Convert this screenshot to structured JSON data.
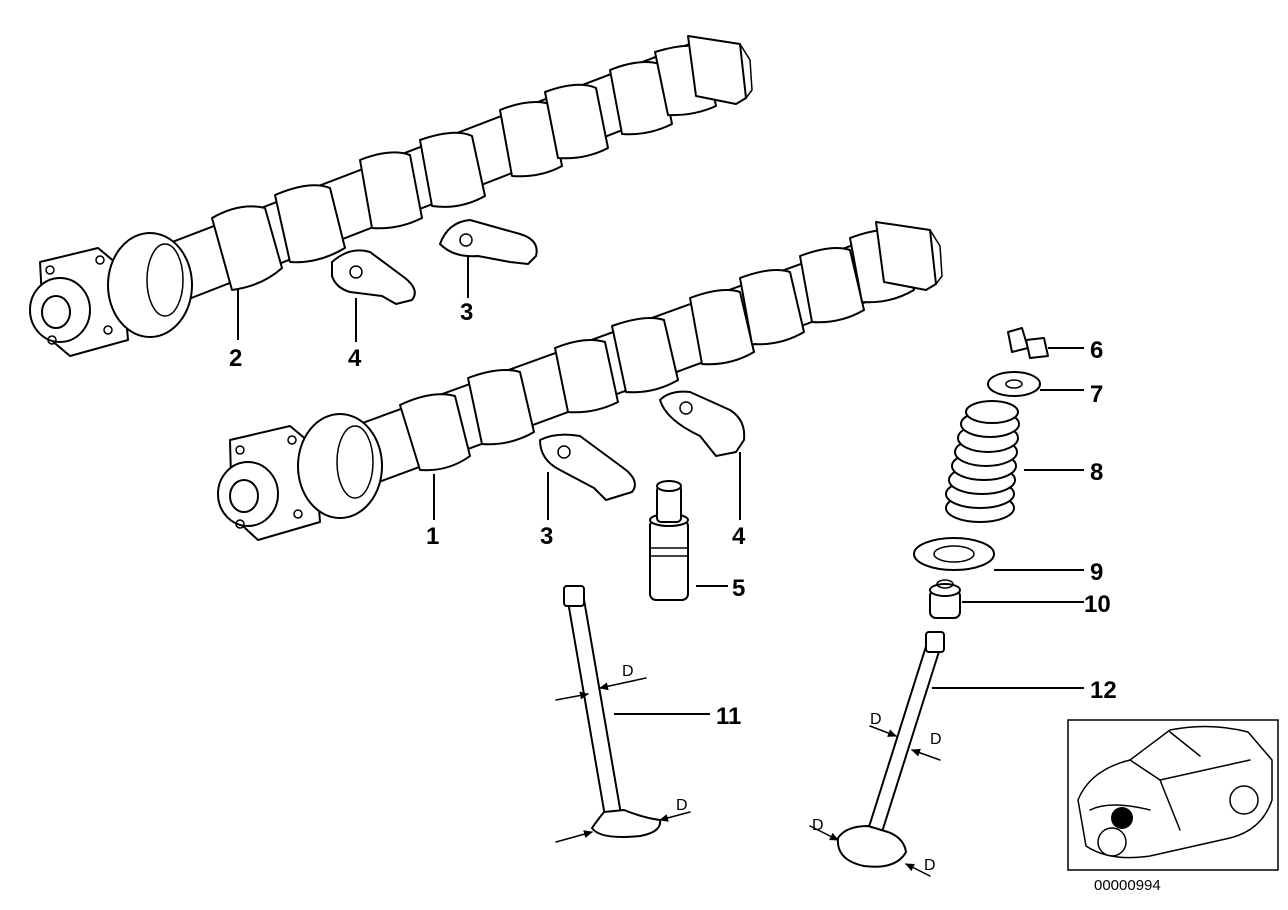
{
  "callouts": {
    "c1": "1",
    "c2": "2",
    "c3a": "3",
    "c3b": "3",
    "c4a": "4",
    "c4b": "4",
    "c5": "5",
    "c6": "6",
    "c7": "7",
    "c8": "8",
    "c9": "9",
    "c10": "10",
    "c11": "11",
    "c12": "12"
  },
  "dimension_label": "D",
  "reference_number": "00000994",
  "icons": {
    "locator": "car-locator-icon",
    "hotspot": "engine-location-dot-icon"
  },
  "colors": {
    "line": "#000000",
    "background": "#ffffff"
  }
}
